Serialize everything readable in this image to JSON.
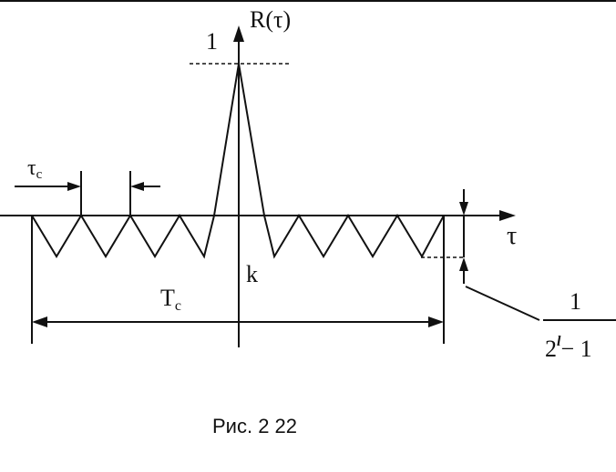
{
  "diagram": {
    "axis_y_label": "R(τ)",
    "axis_x_label": "τ",
    "peak_label": "1",
    "chip_label": "τ",
    "chip_label_sub": "c",
    "period_label": "T",
    "period_label_sub": "c",
    "center_label": "k",
    "level_numerator": "1",
    "level_denominator_base": "2",
    "level_denominator_exp": "l",
    "level_denominator_rest": "− 1"
  },
  "caption": "Рис. 2 22"
}
